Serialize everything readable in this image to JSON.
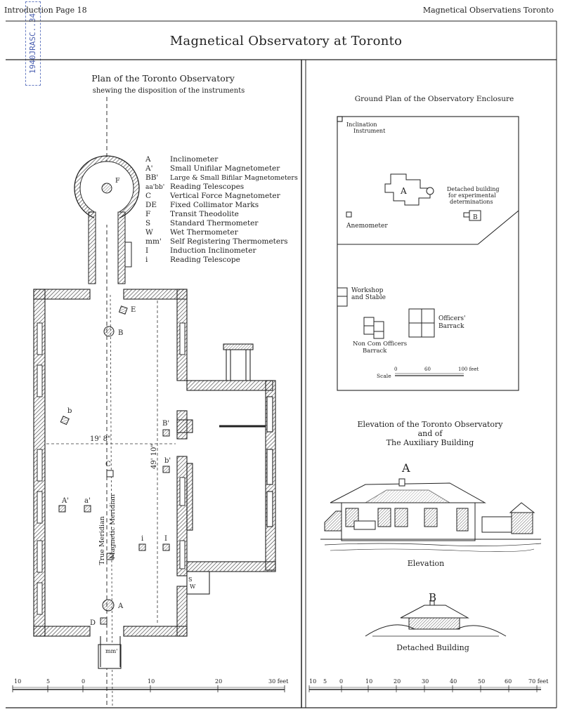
{
  "header": {
    "left": "Introduction Page 18",
    "right": "Magnetical Observatiens Toronto",
    "stamp": "1940JRASC..34"
  },
  "title": "Magnetical Observatory at Toronto",
  "plan": {
    "title": "Plan of the Toronto Observatory",
    "subtitle": "shewing the disposition of the instruments",
    "legend": [
      {
        "key": "A",
        "text": "Inclinometer"
      },
      {
        "key": "A'",
        "text": "Small Unifilar Magnetometer"
      },
      {
        "key": "BB'",
        "text": "Large & Small Bifilar Magnetometers"
      },
      {
        "key": "aa'bb'",
        "text": "Reading Telescopes"
      },
      {
        "key": "C",
        "text": "Vertical Force Magnetometer"
      },
      {
        "key": "DE",
        "text": "Fixed Collimator Marks"
      },
      {
        "key": "F",
        "text": "Transit Theodolite"
      },
      {
        "key": "S",
        "text": "Standard Thermometer"
      },
      {
        "key": "W",
        "text": "Wet Thermometer"
      },
      {
        "key": "mm'",
        "text": "Self Registering Thermometers"
      },
      {
        "key": "I",
        "text": "Induction Inclinometer"
      },
      {
        "key": "i",
        "text": "Reading Telescope"
      }
    ],
    "labels": {
      "F": "F",
      "E": "E",
      "B": "B",
      "b": "b",
      "B2": "B'",
      "b2": "b'",
      "C": "C",
      "A2": "A'",
      "a2": "a'",
      "i": "i",
      "I": "I",
      "A": "A",
      "D": "D",
      "S": "S",
      "W": "W",
      "m": "mm'"
    },
    "dim_width": "19' 8\"",
    "dim_length": "49' 10\"",
    "true_meridian": "True Meridian",
    "magnetic_meridian": "Magnetic Meridian",
    "scale": {
      "ticks": [
        "10",
        "5",
        "0",
        "10",
        "20",
        "30 feet"
      ]
    }
  },
  "ground_plan": {
    "title": "Ground Plan of the Observatory Enclosure",
    "inclination": [
      "Inclination",
      "Instrument"
    ],
    "building_a": "A",
    "detached": [
      "Detached building",
      "for experimental",
      "determinations"
    ],
    "building_b": "B",
    "anemometer": "Anemometer",
    "workshop": [
      "Workshop",
      "and Stable"
    ],
    "officers": [
      "Officers'",
      "Barrack"
    ],
    "noncom": [
      "Non Com Officers",
      "Barrack"
    ],
    "scale": {
      "label": "Scale",
      "ticks": [
        "0",
        "60",
        "100 feet"
      ]
    }
  },
  "elevation": {
    "title": [
      "Elevation of the Toronto Observatory",
      "and of",
      "The Auxiliary Building"
    ],
    "label_a": "A",
    "caption": "Elevation",
    "label_b": "B",
    "caption_b": "Detached Building",
    "scale": {
      "ticks": [
        "10",
        "5",
        "0",
        "10",
        "20",
        "30",
        "40",
        "50",
        "60",
        "70 feet"
      ]
    }
  }
}
